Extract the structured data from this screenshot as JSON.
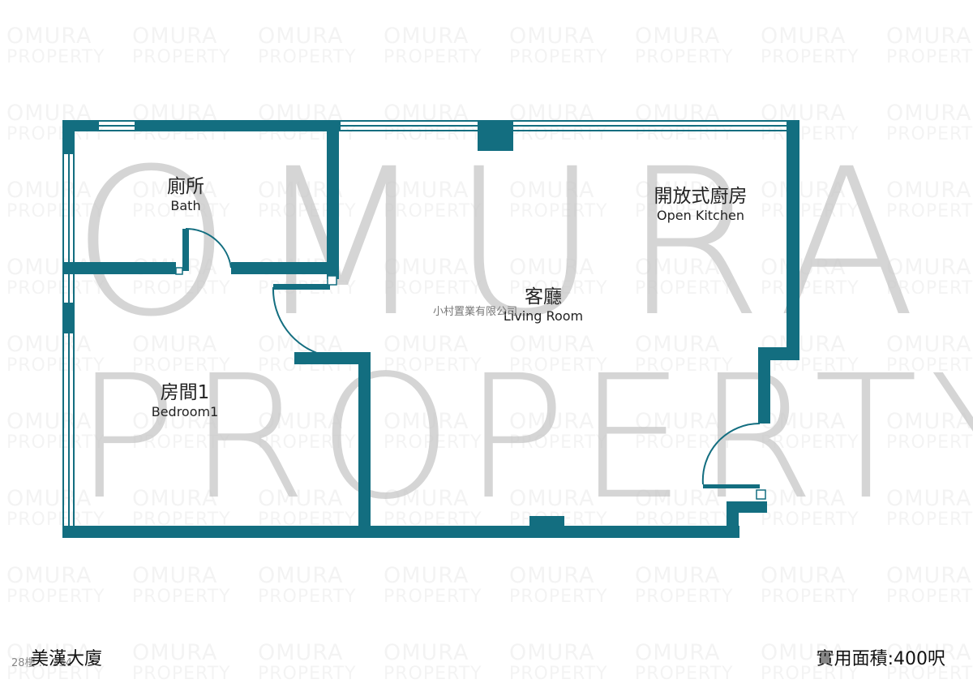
{
  "watermark": {
    "line1": "OMURA",
    "line2": "PROPERTY",
    "big_line1": "OMURA",
    "big_line2": "PROPERTY"
  },
  "company": "小村置業有限公司",
  "colors": {
    "wall": "#136e80",
    "window_line": "#136e80",
    "watermark_big": "#c8c8c8",
    "text": "#222222"
  },
  "rooms": [
    {
      "id": "bath",
      "cn": "廁所",
      "en": "Bath"
    },
    {
      "id": "kitchen",
      "cn": "開放式廚房",
      "en": "Open Kitchen"
    },
    {
      "id": "living",
      "cn": "客廳",
      "en": "Living Room"
    },
    {
      "id": "bedroom1",
      "cn": "房間1",
      "en": "Bedroom1"
    }
  ],
  "footer": {
    "building_name": "美漢大廈",
    "reference": "28樓 ... 254",
    "area_label": "實用面積:400呎"
  }
}
